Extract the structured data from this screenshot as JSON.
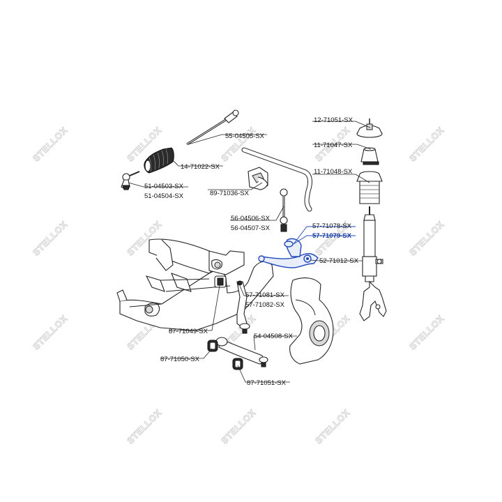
{
  "watermark": {
    "text": "STELLOX",
    "color": "#cfcfcf"
  },
  "highlight_color": "#1d3f9c",
  "labels": {
    "p1": "12-71051-SX",
    "p2": "55-04505-SX",
    "p3": "11-71047-SX",
    "p4": "14-71022-SX",
    "p5": "11-71048-SX",
    "p6": "51-04503-SX",
    "p7": "51-04504-SX",
    "p8": "89-71036-SX",
    "p9": "56-04506-SX",
    "p10": "57-71078-SX",
    "p11": "56-04507-SX",
    "p12": "57-71079-SX",
    "p13": "52-71012-SX",
    "p14": "57-71081-SX",
    "p15": "57-71082-SX",
    "p16": "87-71049-SX",
    "p17": "54-04508-SX",
    "p18": "87-71050-SX",
    "p19": "87-71051-SX"
  }
}
